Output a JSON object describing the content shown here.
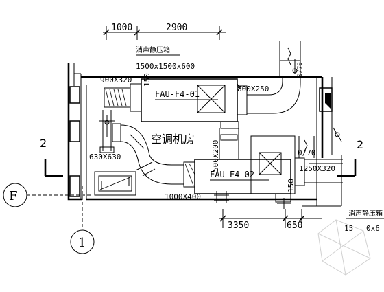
{
  "drawing": {
    "room_label": "空调机房",
    "section_mark_left": "2",
    "section_mark_right": "2",
    "grid_axis_row": "F",
    "grid_axis_col": "1",
    "units": {
      "unit1": "FAU-F4-01",
      "unit2": "FAU-F4-02"
    },
    "plenum_boxes": {
      "top_label": "消声静压箱",
      "top_size": "1500x1500x600",
      "bottom_label": "消声静压箱",
      "bottom_size_partial_1": "15",
      "bottom_size_partial_2": "0x6"
    },
    "ducts": {
      "d1": "900X320",
      "d2": "800X250",
      "d3": "630X630",
      "d4": "500X200",
      "d5": "1250X320",
      "d6": "1000X400",
      "d7": "0/70",
      "d8": "150",
      "d9": "150"
    },
    "dimensions": {
      "top_left": "1000",
      "top_right": "2900",
      "bottom_left": "3350",
      "bottom_right": "650"
    }
  }
}
